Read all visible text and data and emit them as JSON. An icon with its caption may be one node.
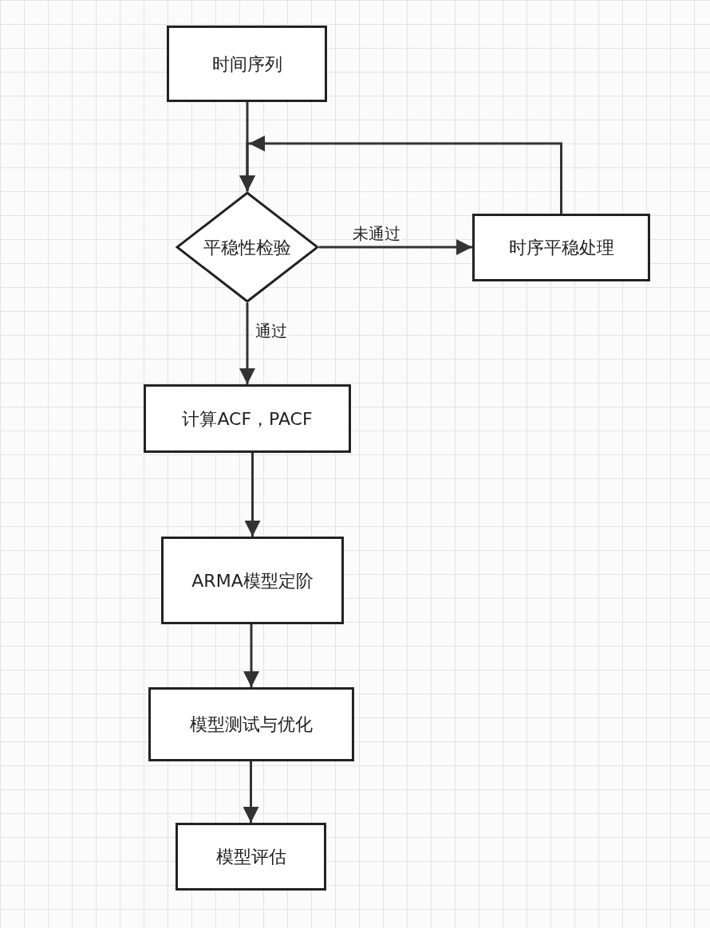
{
  "diagram": {
    "nodes": [
      {
        "text": [
          "时间序列"
        ]
      },
      {
        "text": [
          "平稳性检验"
        ]
      },
      {
        "text": [
          "时序平稳处理"
        ]
      },
      {
        "text": [
          "计算ACF，PACF"
        ]
      },
      {
        "text": [
          "ARMA模型定阶"
        ]
      },
      {
        "text": [
          "模型测试与优化"
        ]
      },
      {
        "text": [
          "模型评估"
        ]
      }
    ],
    "edges": [
      {
        "from": 0,
        "to": 1,
        "arrow": "to"
      },
      {
        "from": 1,
        "to": 2,
        "arrow": "to",
        "label": "未通过"
      },
      {
        "from": 2,
        "to": 1,
        "arrow": "to"
      },
      {
        "from": 1,
        "to": 3,
        "arrow": "to",
        "label": "通过"
      },
      {
        "from": 3,
        "to": 4,
        "arrow": "to"
      },
      {
        "from": 4,
        "to": 5,
        "arrow": "to"
      },
      {
        "from": 5,
        "to": 6,
        "arrow": "to"
      }
    ]
  }
}
